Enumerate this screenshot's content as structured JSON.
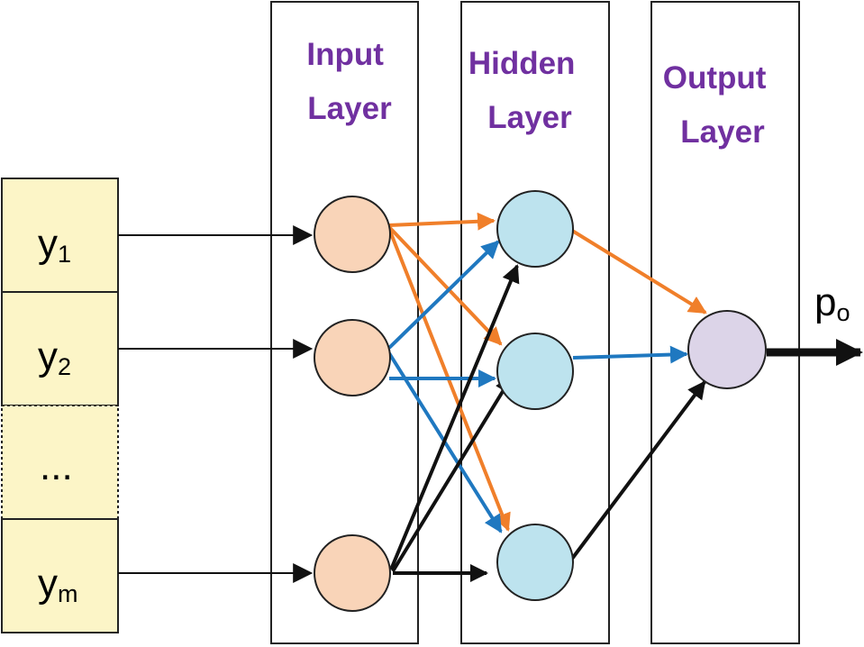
{
  "layers": {
    "input": {
      "line1": "Input",
      "line2": "Layer"
    },
    "hidden": {
      "line1": "Hidden",
      "line2": "Layer"
    },
    "output": {
      "line1": "Output",
      "line2": "Layer"
    }
  },
  "inputs": [
    {
      "main": "y",
      "sub": "1"
    },
    {
      "main": "y",
      "sub": "2"
    },
    {
      "main": "...",
      "sub": ""
    },
    {
      "main": "y",
      "sub": "m"
    }
  ],
  "output_label": {
    "main": "p",
    "sub": "o"
  },
  "colors": {
    "title": "#7030A0",
    "input_cell": "#FCF5C7",
    "input_node": "#F9D4B8",
    "hidden_node": "#BDE3EE",
    "output_node": "#DCD4E8",
    "edge_orange": "#F07F2A",
    "edge_blue": "#1F78C0",
    "edge_black": "#111111"
  }
}
